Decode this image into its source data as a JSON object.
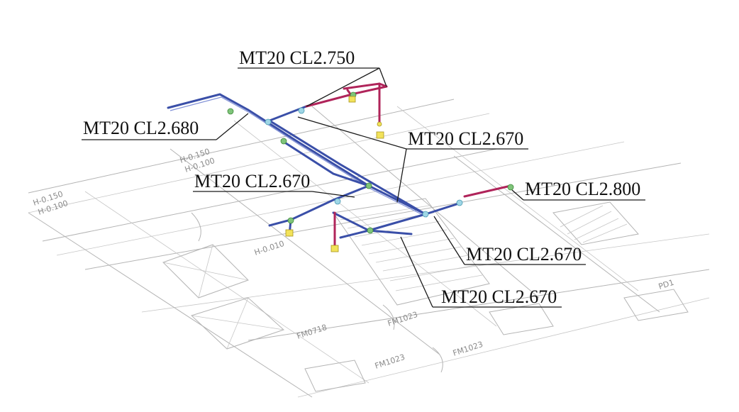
{
  "labels": {
    "l1": "MT20 CL2.750",
    "l2": "MT20 CL2.680",
    "l3": "MT20 CL2.670",
    "l4": "MT20 CL2.670",
    "l5": "MT20 CL2.800",
    "l6": "MT20 CL2.670",
    "l7": "MT20 CL2.670"
  },
  "plan_text": {
    "elev1": "H-0.150",
    "elev2": "H-0.100",
    "elev3": "H-0.150",
    "elev4": "H-0.100",
    "elev5": "H-0.010",
    "door1": "FM0718",
    "door2": "FM1023",
    "door3": "FM1023",
    "door4": "FM1023",
    "pd": "PD1"
  },
  "colors": {
    "pipe_main": "#3a4fa8",
    "pipe_riser": "#b0245a",
    "node": "#7fc47a",
    "fixture": "#f2e25a"
  }
}
